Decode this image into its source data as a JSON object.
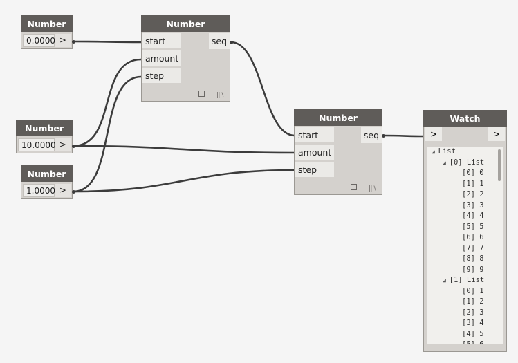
{
  "nodes": {
    "number1": {
      "title": "Number",
      "value": "0.0000",
      "out": ">"
    },
    "number2": {
      "title": "Number",
      "value": "10.0000",
      "out": ">"
    },
    "number3": {
      "title": "Number",
      "value": "1.0000",
      "out": ">"
    },
    "sequence1": {
      "title": "Number Sequence",
      "inputs": [
        "start",
        "amount",
        "step"
      ],
      "output": "seq",
      "lacing": "|||\\"
    },
    "sequence2": {
      "title": "Number Sequence",
      "inputs": [
        "start",
        "amount",
        "step"
      ],
      "output": "seq",
      "lacing": "|||\\"
    },
    "watch": {
      "title": "Watch",
      "in": ">",
      "out": ">",
      "list": [
        {
          "indent": 0,
          "tri": true,
          "text": "List"
        },
        {
          "indent": 1,
          "tri": true,
          "text": "[0] List"
        },
        {
          "indent": 2,
          "tri": false,
          "text": "[0] 0"
        },
        {
          "indent": 2,
          "tri": false,
          "text": "[1] 1"
        },
        {
          "indent": 2,
          "tri": false,
          "text": "[2] 2"
        },
        {
          "indent": 2,
          "tri": false,
          "text": "[3] 3"
        },
        {
          "indent": 2,
          "tri": false,
          "text": "[4] 4"
        },
        {
          "indent": 2,
          "tri": false,
          "text": "[5] 5"
        },
        {
          "indent": 2,
          "tri": false,
          "text": "[6] 6"
        },
        {
          "indent": 2,
          "tri": false,
          "text": "[7] 7"
        },
        {
          "indent": 2,
          "tri": false,
          "text": "[8] 8"
        },
        {
          "indent": 2,
          "tri": false,
          "text": "[9] 9"
        },
        {
          "indent": 1,
          "tri": true,
          "text": "[1] List"
        },
        {
          "indent": 2,
          "tri": false,
          "text": "[0] 1"
        },
        {
          "indent": 2,
          "tri": false,
          "text": "[1] 2"
        },
        {
          "indent": 2,
          "tri": false,
          "text": "[2] 3"
        },
        {
          "indent": 2,
          "tri": false,
          "text": "[3] 4"
        },
        {
          "indent": 2,
          "tri": false,
          "text": "[4] 5"
        },
        {
          "indent": 2,
          "tri": false,
          "text": "[5] 6"
        }
      ]
    }
  },
  "icons": {
    "collapse_triangle": "triangle-down-icon",
    "preview_toggle": "square-icon",
    "lacing": "lacing-icon"
  },
  "colors": {
    "header": "#5f5c59",
    "body": "#d4d1cd",
    "port": "#ebeae7",
    "wire": "#3c3c3c",
    "canvas": "#f5f5f5"
  }
}
